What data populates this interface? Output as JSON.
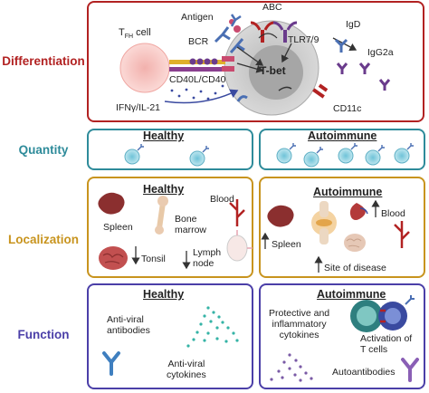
{
  "colors": {
    "differentiation": "#b22222",
    "quantity": "#2e8b9a",
    "localization": "#c8941e",
    "function": "#4b3fa8"
  },
  "rows": {
    "differentiation": "Differentiation",
    "quantity": "Quantity",
    "localization": "Localization",
    "function": "Function"
  },
  "differentiation_panel": {
    "tfh_label": "T",
    "tfh_sub": "FH",
    "tfh_rest": " cell",
    "antigen": "Antigen",
    "abc": "ABC",
    "bcr": "BCR",
    "tlr": "TLR7/9",
    "cd40": "CD40L/CD40",
    "tbet": "T-bet",
    "ifn": "IFNγ/IL-21",
    "igd": "IgD",
    "igg2a": "IgG2a",
    "cd11c": "CD11c"
  },
  "healthy": "Healthy",
  "autoimmune": "Autoimmune",
  "localization_healthy": {
    "spleen": "Spleen",
    "bone_marrow": "Bone\nmarrow",
    "blood": "Blood",
    "tonsil": "Tonsil",
    "lymph_node": "Lymph\nnode"
  },
  "localization_autoimmune": {
    "blood": "Blood",
    "spleen": "Spleen",
    "site": "Site of disease"
  },
  "function_healthy": {
    "antiviral_antibodies": "Anti-viral\nantibodies",
    "antiviral_cytokines": "Anti-viral\ncytokines"
  },
  "function_autoimmune": {
    "cytokines": "Protective and\ninflammatory\ncytokines",
    "activation": "Activation of\nT cells",
    "autoantibodies": "Autoantibodies"
  }
}
